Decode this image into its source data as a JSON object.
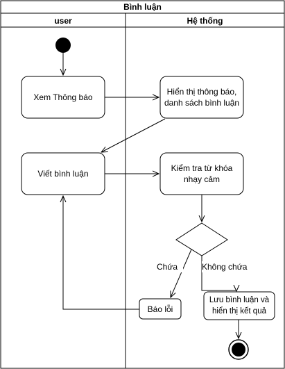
{
  "diagram": {
    "title": "Bình luận",
    "lanes": {
      "user": "user",
      "system": "Hệ thống"
    },
    "nodes": {
      "view_notice": "Xem Thông báo",
      "show_notice": "Hiển thị thông báo, danh sách bình luận",
      "write_comment": "Viết bình luận",
      "check_keywords": "Kiểm tra từ khóa nhạy cảm",
      "error": "Báo lỗi",
      "save_comment": "Lưu bình luận và hiển thị kết quả"
    },
    "edge_labels": {
      "contains": "Chứa",
      "not_contains": "Không chứa"
    }
  }
}
